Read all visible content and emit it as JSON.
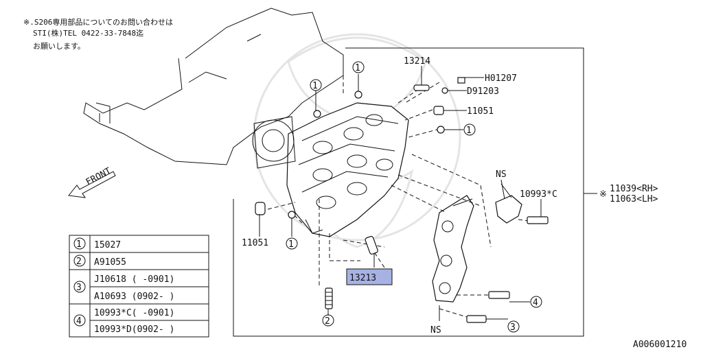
{
  "note": {
    "line1": "※.S206専用部品についてのお問い合わせは",
    "line2": "STI(株)TEL 0422-33-7848迄",
    "line3": "お願いします。"
  },
  "front_label": "FRONT",
  "callouts": {
    "p13214": "13214",
    "pH01207": "H01207",
    "pD91203": "D91203",
    "p11051_top": "11051",
    "p11051_left": "11051",
    "p13213": "13213",
    "pNS_top": "NS",
    "pNS_bottom": "NS",
    "p10993C": "10993*C",
    "ref_mark": "※",
    "p11039": "11039<RH>",
    "p11063": "11063<LH>",
    "c1": "1",
    "c2": "2",
    "c3": "3",
    "c4": "4"
  },
  "legend": {
    "rows": [
      {
        "num": "1",
        "text": "15027"
      },
      {
        "num": "2",
        "text": "A91055"
      },
      {
        "num": "3",
        "text": "J10618  ( -0901)"
      },
      {
        "num": "",
        "text": "A10693  (0902- )"
      },
      {
        "num": "4",
        "text": "10993*C( -0901)"
      },
      {
        "num": "",
        "text": "10993*D(0902- )"
      }
    ]
  },
  "diagram_id": "A006001210",
  "colors": {
    "highlight": "#a7b2e4",
    "line": "#111111"
  }
}
